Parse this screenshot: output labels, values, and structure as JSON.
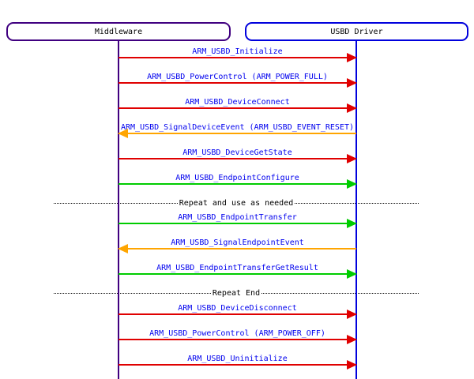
{
  "diagram": {
    "type": "sequence",
    "entities": [
      {
        "name": "Middleware",
        "color": "#400080"
      },
      {
        "name": "USBD Driver",
        "color": "#0000dd"
      }
    ],
    "messages": [
      {
        "label": "ARM_USBD_Initialize",
        "direction": "right",
        "color": "red"
      },
      {
        "label": "ARM_USBD_PowerControl (ARM_POWER_FULL)",
        "direction": "right",
        "color": "red"
      },
      {
        "label": "ARM_USBD_DeviceConnect",
        "direction": "right",
        "color": "red"
      },
      {
        "label": "ARM_USBD_SignalDeviceEvent (ARM_USBD_EVENT_RESET)",
        "direction": "left",
        "color": "orange"
      },
      {
        "label": "ARM_USBD_DeviceGetState",
        "direction": "right",
        "color": "red"
      },
      {
        "label": "ARM_USBD_EndpointConfigure",
        "direction": "right",
        "color": "green"
      },
      {
        "label": "ARM_USBD_EndpointTransfer",
        "direction": "right",
        "color": "green"
      },
      {
        "label": "ARM_USBD_SignalEndpointEvent",
        "direction": "left",
        "color": "orange"
      },
      {
        "label": "ARM_USBD_EndpointTransferGetResult",
        "direction": "right",
        "color": "green"
      },
      {
        "label": "ARM_USBD_DeviceDisconnect",
        "direction": "right",
        "color": "red"
      },
      {
        "label": "ARM_USBD_PowerControl (ARM_POWER_OFF)",
        "direction": "right",
        "color": "red"
      },
      {
        "label": "ARM_USBD_Uninitialize",
        "direction": "right",
        "color": "red"
      }
    ],
    "dividers": [
      {
        "label": "Repeat and use as needed"
      },
      {
        "label": "Repeat End"
      }
    ],
    "colors": {
      "red": "#e00000",
      "green": "#00cc00",
      "orange": "#ffa500",
      "label_link": "#0000ee",
      "divider_line": "#000000",
      "entity_middleware": "#400080",
      "entity_usbd": "#0000dd"
    }
  }
}
